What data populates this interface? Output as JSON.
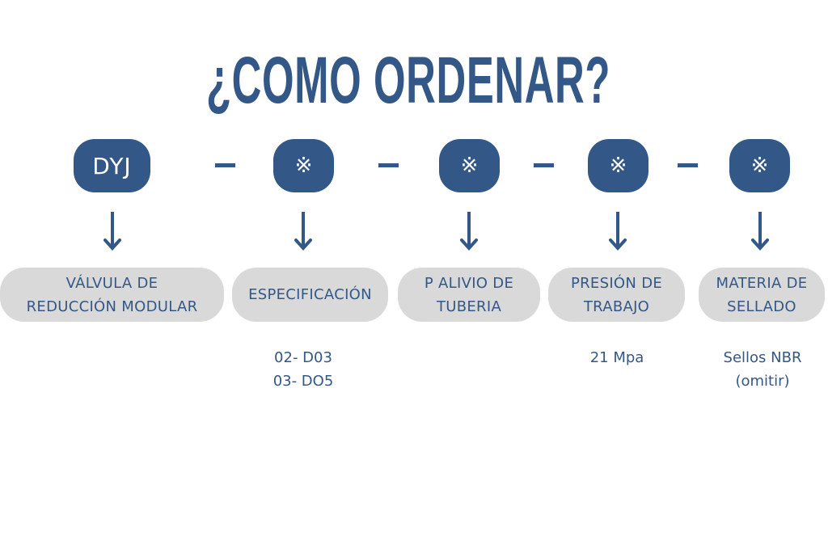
{
  "title": "¿COMO ORDENAR?",
  "colors": {
    "primary": "#335887",
    "pill_bg": "#d9d9d9",
    "background": "#ffffff"
  },
  "code_boxes": [
    {
      "text": "DYJ",
      "type": "text"
    },
    {
      "text": "※",
      "type": "reference-mark-icon"
    },
    {
      "text": "※",
      "type": "reference-mark-icon"
    },
    {
      "text": "※",
      "type": "reference-mark-icon"
    },
    {
      "text": "※",
      "type": "reference-mark-icon"
    }
  ],
  "separator": "-",
  "labels": [
    {
      "line1": "VÁLVULA DE",
      "line2": "REDUCCIÓN MODULAR"
    },
    {
      "line1": "ESPECIFICACIÓN",
      "line2": ""
    },
    {
      "line1": "P ALIVIO DE",
      "line2": "TUBERIA"
    },
    {
      "line1": "PRESIÓN DE",
      "line2": "TRABAJO"
    },
    {
      "line1": "MATERIA DE",
      "line2": "SELLADO"
    }
  ],
  "values": [
    {
      "line1": "",
      "line2": ""
    },
    {
      "line1": "02- D03",
      "line2": "03- DO5"
    },
    {
      "line1": "",
      "line2": ""
    },
    {
      "line1": "21 Mpa",
      "line2": ""
    },
    {
      "line1": "Sellos NBR",
      "line2": "(omitir)"
    }
  ]
}
